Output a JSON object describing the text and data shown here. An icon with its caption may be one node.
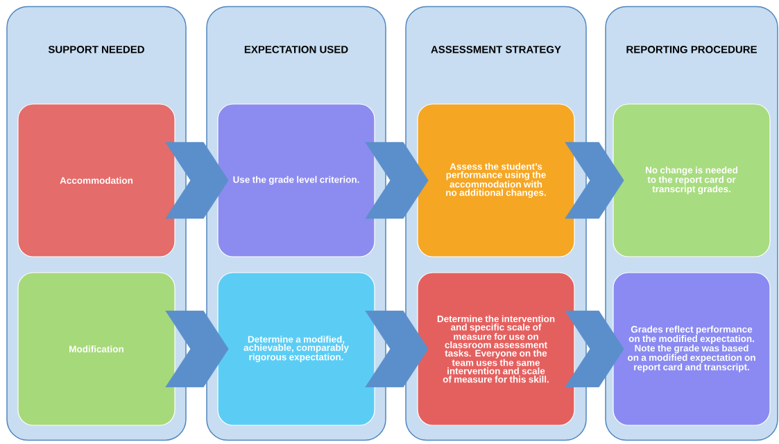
{
  "diagram": {
    "nodes": [
      {
        "text": [
          "SUPPORT NEEDED"
        ]
      },
      {
        "text": [
          "Accommodation"
        ],
        "in": 0
      },
      {
        "text": [
          "Modification"
        ],
        "in": 0
      },
      {
        "text": [
          "EXPECTATION USED"
        ]
      },
      {
        "text": [
          "Use the grade level criterion."
        ],
        "in": 3
      },
      {
        "text": [
          "Determine a modified, achievable, comparably rigorous expectation."
        ],
        "in": 3
      },
      {
        "text": [
          "ASSESSMENT STRATEGY"
        ]
      },
      {
        "text": [
          "Assess the student’s performance using the accommodation with no additional changes."
        ],
        "in": 6
      },
      {
        "text": [
          "Determine the intervention and specific scale of measure for use on classroom assessment tasks. Everyone on the team uses the same intervention and scale of measure for this skill."
        ],
        "in": 6
      },
      {
        "text": [
          "REPORTING PROCEDURE"
        ]
      },
      {
        "text": [
          "No change is needed to the report card or transcript grades."
        ],
        "in": 9
      },
      {
        "text": [
          "Grades reflect performance on the modified expectation. Note the grade was based on a modified expectation on report card and transcript."
        ],
        "in": 9
      }
    ],
    "edges": [
      {
        "from": 1,
        "to": 4,
        "arrow": "to"
      },
      {
        "from": 4,
        "to": 7,
        "arrow": "to"
      },
      {
        "from": 7,
        "to": 10,
        "arrow": "to"
      },
      {
        "from": 2,
        "to": 5,
        "arrow": "to"
      },
      {
        "from": 5,
        "to": 8,
        "arrow": "to"
      },
      {
        "from": 8,
        "to": 11,
        "arrow": "to"
      }
    ]
  }
}
